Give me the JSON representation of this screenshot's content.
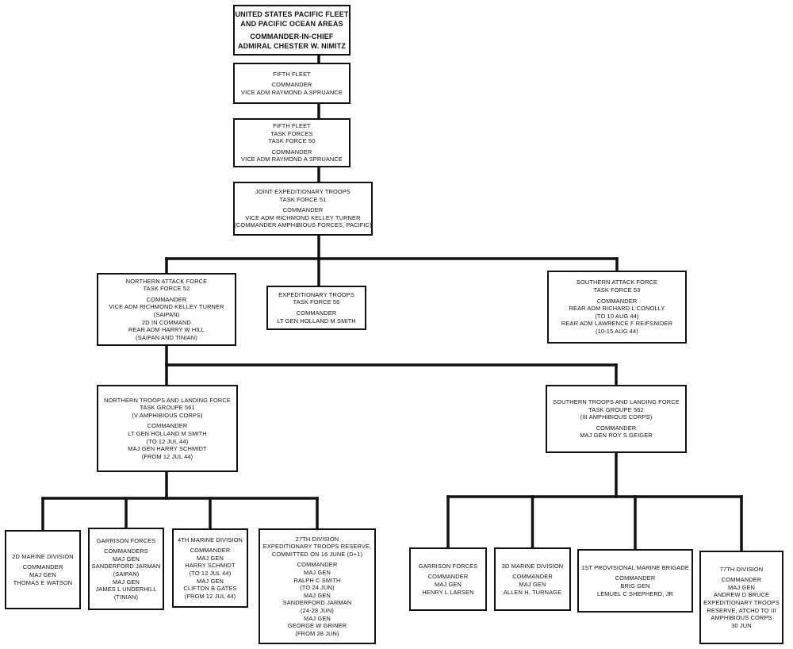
{
  "nodes": [
    {
      "id": "cincpac",
      "lines": [
        "UNITED STATES PACIFIC FLEET",
        "AND PACIFIC OCEAN AREAS",
        "",
        "COMMANDER-IN-CHIEF",
        "ADMIRAL CHESTER W. NIMITZ"
      ]
    },
    {
      "id": "fifth-fleet",
      "lines": [
        "FIFTH FLEET",
        "",
        "COMMANDER",
        "VICE ADM RAYMOND A SPRUANCE"
      ]
    },
    {
      "id": "task-force-50",
      "lines": [
        "FIFTH FLEET",
        "TASK FORCES",
        "TASK FORCE 50",
        "",
        "COMMANDER",
        "VICE ADM RAYMOND A SPRUANCE"
      ]
    },
    {
      "id": "task-force-51",
      "lines": [
        "JOINT EXPEDITIONARY TROOPS",
        "TASK FORCE 51",
        "",
        "COMMANDER",
        "VICE ADM RICHMOND KELLEY TURNER",
        "(COMMANDER AMPHIBIOUS FORCES, PACIFIC)"
      ]
    },
    {
      "id": "task-force-52",
      "lines": [
        "NORTHERN ATTACK FORCE",
        "TASK FORCE 52",
        "",
        "COMMANDER",
        "VICE ADM RICHMOND KELLEY TURNER",
        "(SAIPAN)",
        "2d IN COMMAND",
        "REAR ADM HARRY W HILL",
        "(SAIPAN AND TINIAN)"
      ]
    },
    {
      "id": "task-force-56",
      "lines": [
        "EXPEDITIONARY TROOPS",
        "TASK FORCE 56",
        "",
        "COMMANDER",
        "LT GEN HOLLAND M SMITH"
      ]
    },
    {
      "id": "task-force-53",
      "lines": [
        "SOUTHERN ATTACK FORCE",
        "TASK FORCE 53",
        "",
        "COMMANDER",
        "REAR ADM RICHARD L CONOLLY",
        "(TO 10 AUG 44)",
        "REAR ADM LAWRENCE F REIFSNIDER",
        "(10-15 AUG 44)"
      ]
    },
    {
      "id": "task-groupe-561",
      "lines": [
        "NORTHERN TROOPS AND LANDING FORCE",
        "TASK GROUPE 561",
        "(V AMPHIBIOUS CORPS)",
        "",
        "COMMANDER",
        "LT GEN HOLLAND M SMITH",
        "(TO 12 JUL 44)",
        "MAJ GEN HARRY SCHMIDT",
        "(FROM 12 JUL 44)"
      ]
    },
    {
      "id": "task-groupe-562",
      "lines": [
        "SOUTHERN TROOPS AND LANDING FORCE",
        "TASK GROUPE 562",
        "(III AMPHIBIOUS CORPS)",
        "",
        "COMMANDER",
        "MAJ GEN ROY S GEIGER"
      ]
    },
    {
      "id": "2d-marine-division",
      "lines": [
        "2d MARINE DIVISION",
        "",
        "COMMANDER",
        "MAJ GEN",
        "THOMAS E WATSON"
      ]
    },
    {
      "id": "garrison-forces-north",
      "lines": [
        "GARRISON FORCES",
        "",
        "COMMANDERS",
        "MAJ GEN",
        "SANDERFORD JARMAN",
        "(SAIPAN)",
        "MAJ GEN",
        "JAMES L UNDERHILL",
        "(TINIAN)"
      ]
    },
    {
      "id": "4th-marine-division",
      "lines": [
        "4th MARINE DIVISION",
        "",
        "COMMANDER",
        "MAJ GEN",
        "HARRY SCHMIDT",
        "(TO 12 JUL 44)",
        "MAJ GEN",
        "CLIFTON B GATES",
        "(FROM 12 JUL 44)"
      ]
    },
    {
      "id": "27th-division",
      "lines": [
        "27th DIVISION",
        "EXPEDITIONARY TROOPS RESERVE,",
        "COMMITTED ON 16 JUNE (D+1)",
        "",
        "COMMANDER",
        "MAJ GEN",
        "RALPH C SMITH",
        "(TO 24 JUN)",
        "MAJ GEN",
        "SANDERFORD JARMAN",
        "(24-28 JUN)",
        "MAJ GEN",
        "GEORGE W GRINER",
        "(FROM 28 JUN)"
      ]
    },
    {
      "id": "garrison-forces-south",
      "lines": [
        "GARRISON FORCES",
        "",
        "COMMANDER",
        "MAJ GEN",
        "HENRY L LARSEN"
      ]
    },
    {
      "id": "3d-marine-division",
      "lines": [
        "3d MARINE DIVISION",
        "",
        "COMMANDER",
        "MAJ GEN",
        "ALLEN H. TURNAGE"
      ]
    },
    {
      "id": "1st-provisional-marine-brigade",
      "lines": [
        "1st PROVISIONAL MARINE BRIGADE",
        "",
        "COMMANDER",
        "BRIG GEN",
        "LEMUEL C SHEPHERD, JR"
      ]
    },
    {
      "id": "77th-division",
      "lines": [
        "77th DIVISION",
        "",
        "COMMANDER",
        "MAJ GEN",
        "ANDREW D BRUCE",
        "EXPEDITIONARY TROOPS",
        "RESERVE, ATCHD TO III",
        "AMPHIBIOUS CORPS",
        "30 JUN"
      ]
    }
  ],
  "edges": [
    [
      "cincpac",
      "fifth-fleet"
    ],
    [
      "fifth-fleet",
      "task-force-50"
    ],
    [
      "task-force-50",
      "task-force-51"
    ],
    [
      "task-force-51",
      "task-force-52"
    ],
    [
      "task-force-51",
      "task-force-56"
    ],
    [
      "task-force-51",
      "task-force-53"
    ],
    [
      "task-force-52",
      "task-groupe-561"
    ],
    [
      "task-force-52",
      "task-groupe-562"
    ],
    [
      "task-groupe-561",
      "2d-marine-division"
    ],
    [
      "task-groupe-561",
      "garrison-forces-north"
    ],
    [
      "task-groupe-561",
      "4th-marine-division"
    ],
    [
      "task-groupe-561",
      "27th-division"
    ],
    [
      "task-groupe-562",
      "garrison-forces-south"
    ],
    [
      "task-groupe-562",
      "3d-marine-division"
    ],
    [
      "task-groupe-562",
      "1st-provisional-marine-brigade"
    ],
    [
      "task-groupe-562",
      "77th-division"
    ]
  ]
}
